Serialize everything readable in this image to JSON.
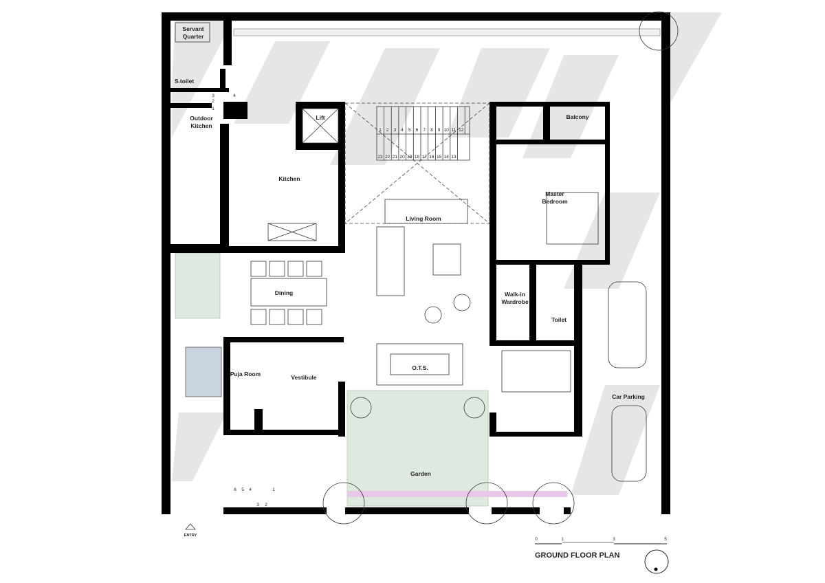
{
  "drawing": {
    "title": "GROUND FLOOR PLAN",
    "entry_label": "ENTRY",
    "scale_bar": [
      "0",
      "1",
      "3",
      "5"
    ]
  },
  "rooms": {
    "servant_quarter": [
      "Servant",
      "Quarter"
    ],
    "s_toilet": "S.toilet",
    "outdoor_kitchen": [
      "Outdoor",
      "Kitchen"
    ],
    "lift": "Lift",
    "kitchen": "Kitchen",
    "balcony": "Balcony",
    "master_bedroom": [
      "Master",
      "Bedroom"
    ],
    "living_room": "Living Room",
    "dining": "Dining",
    "walk_in_wardrobe": [
      "Walk-in",
      "Wardrobe"
    ],
    "toilet": "Toilet",
    "puja_room": "Puja Room",
    "vestibule": "Vestibule",
    "ots": "O.T.S.",
    "car_parking": "Car Parking",
    "garden": "Garden"
  },
  "steps": {
    "stair_top": [
      "1",
      "2",
      "3",
      "4",
      "5",
      "6",
      "7",
      "8",
      "9",
      "10",
      "11",
      "12"
    ],
    "stair_bottom": [
      "23",
      "22",
      "21",
      "20",
      "19",
      "18",
      "17",
      "16",
      "15",
      "14",
      "13"
    ],
    "service_steps": [
      "3",
      "2",
      "1",
      "4"
    ],
    "entry_steps": [
      "6",
      "5",
      "4",
      "3",
      "2",
      "1"
    ]
  },
  "colors": {
    "wall": "#000000",
    "background_shade": "#e6e6e6",
    "garden": "#dfe9df",
    "planter": "#e8c8e8"
  }
}
